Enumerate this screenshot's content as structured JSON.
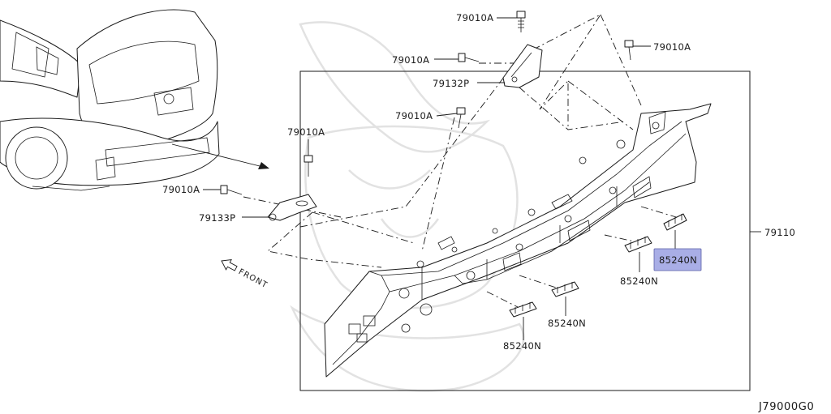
{
  "diagram_code": "J79000G0",
  "direction_label": "FRONT",
  "highlight_color": "#a9aee6",
  "labels": {
    "bolt_1": "79010A",
    "bolt_2": "79010A",
    "bolt_3": "79010A",
    "bolt_4": "79010A",
    "bolt_5": "79010A",
    "bolt_6": "79010A",
    "bracket_upper": "79132P",
    "bracket_lower": "79133P",
    "panel": "79110",
    "clip_1": "85240N",
    "clip_2": "85240N",
    "clip_3": "85240N",
    "clip_4": "85240N"
  }
}
